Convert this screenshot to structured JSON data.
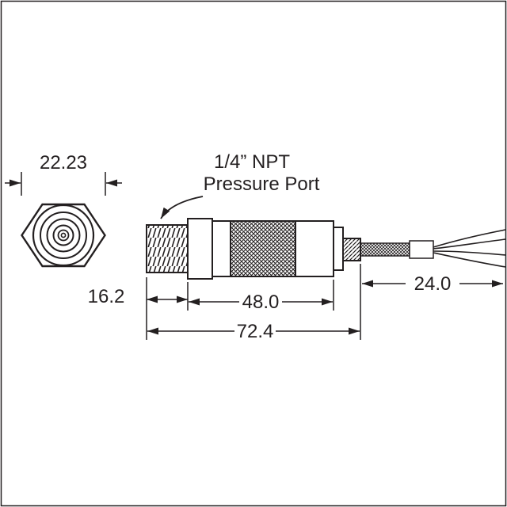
{
  "diagram": {
    "annotations": {
      "port_label_line1": "1/4” NPT",
      "port_label_line2": "Pressure Port"
    },
    "dimensions": {
      "front_width": "22.23",
      "thread_length": "16.2",
      "body_length": "48.0",
      "overall_length": "72.4",
      "cable_length": "24.0"
    },
    "colors": {
      "line": "#231f20",
      "background": "#ffffff"
    }
  }
}
